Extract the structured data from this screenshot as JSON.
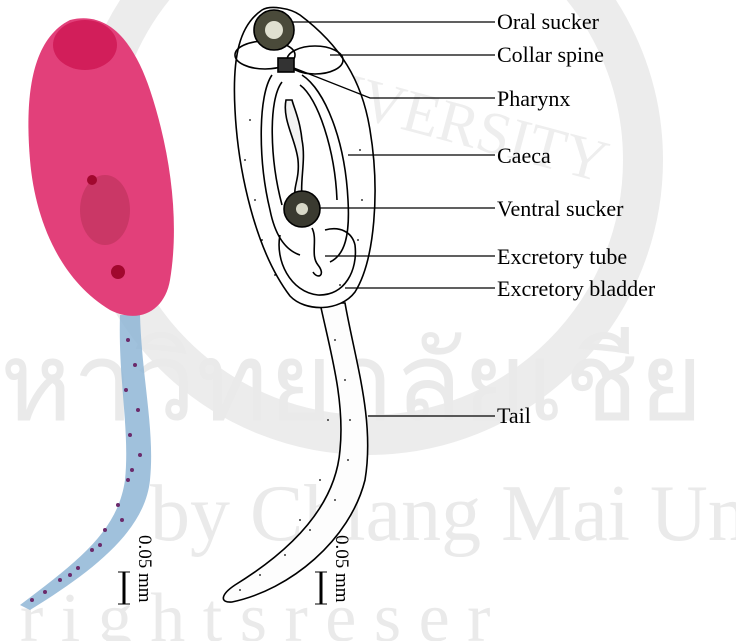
{
  "labels": {
    "oral_sucker": "Oral sucker",
    "collar_spine": "Collar spine",
    "pharynx": "Pharynx",
    "caeca": "Caeca",
    "ventral_sucker": "Ventral sucker",
    "excretory_tube": "Excretory tube",
    "excretory_bladder": "Excretory bladder",
    "tail": "Tail"
  },
  "scale_bars": {
    "left": "0.05 mm",
    "right": "0.05 mm"
  },
  "watermark": {
    "text_line1": "หาวิทยาลัยเชีย",
    "text_line2": "by Chiang Mai Un",
    "text_line3": "r i g h t s   r e s e r",
    "arc_text": "UNIVERSITY",
    "color": "#e9e9e9"
  },
  "colors": {
    "stain_body": "#e2407a",
    "stain_tail": "#8fb6d6",
    "ink": "#000000"
  }
}
